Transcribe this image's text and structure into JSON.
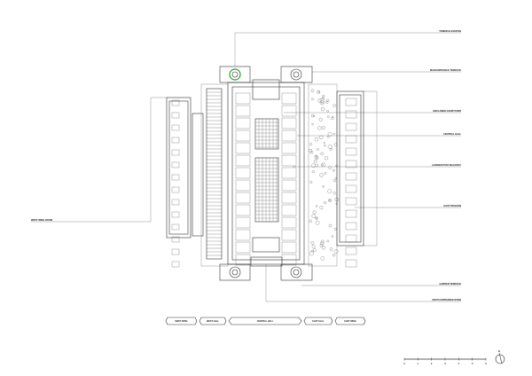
{
  "drawing": {
    "callouts_right": [
      "TOWER ELEVATION",
      "MAIN ENTRANCE TERRACE",
      "ENCLOSED COURTYARD",
      "CENTRAL HALL",
      "GARDEN PATH WALKWAY",
      "EAST PAVILION",
      "GARDEN TERRACE",
      "SOUTH ENTRANCE STAIR"
    ],
    "callout_left": "WEST WING ROOM",
    "section_tags": [
      "WEST WING",
      "WEST HALL",
      "CENTRAL HALL",
      "EAST HALL",
      "EAST WING"
    ],
    "scale_ticks": [
      "0",
      "1",
      "2",
      "3",
      "4",
      "5",
      "6"
    ],
    "north_label": "N",
    "highlight_color": "#2e9a3a"
  }
}
